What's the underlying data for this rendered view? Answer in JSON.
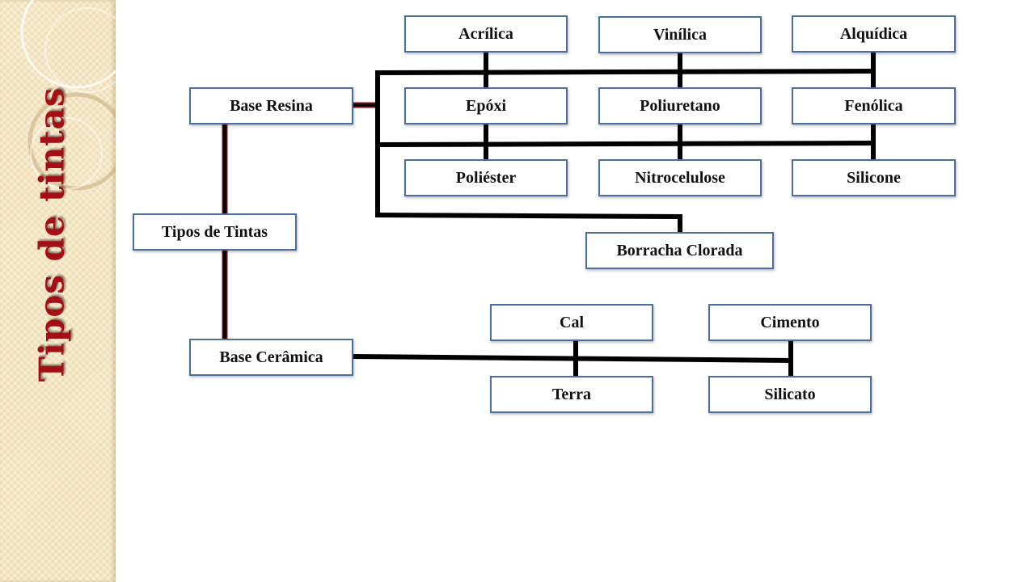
{
  "title": "Tipos de tintas",
  "nodes": {
    "root": "Tipos de Tintas",
    "base_resina": "Base Resina",
    "base_ceramica": "Base Cerâmica",
    "acrilica": "Acrílica",
    "vinilica": "Vinílica",
    "alquidica": "Alquídica",
    "epoxi": "Epóxi",
    "poliuretano": "Poliuretano",
    "fenolica": "Fenólica",
    "poliester": "Poliéster",
    "nitrocelulose": "Nitrocelulose",
    "silicone": "Silicone",
    "borracha_clorada": "Borracha Clorada",
    "cal": "Cal",
    "cimento": "Cimento",
    "terra": "Terra",
    "silicato": "Silicato"
  },
  "colors": {
    "title": "#a40f16",
    "node_border": "#4a6ea0",
    "connector": "#000000",
    "connector_highlight": "#7a1010"
  }
}
